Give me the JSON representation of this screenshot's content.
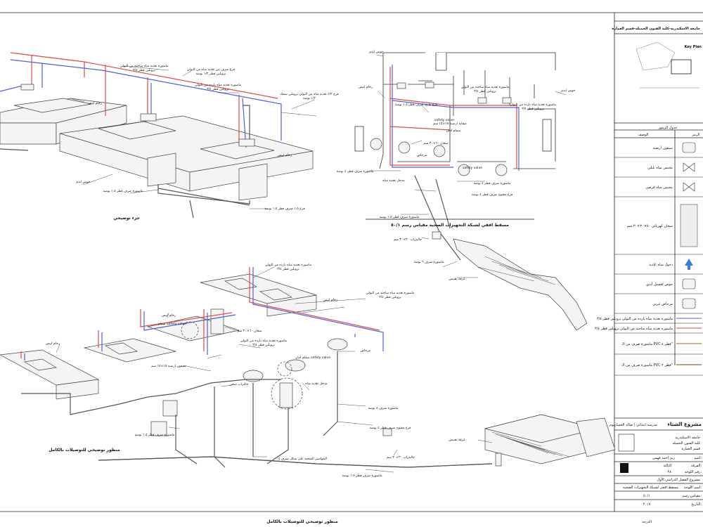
{
  "views": {
    "partial": {
      "title": "جزء توضيحي",
      "labels": {
        "marble_top_left": "رخام ابيض",
        "marble_top_right": "رخام ابيض",
        "basin": "حوض ايدي",
        "hot_pipe_upper": "ماسورة تغذية مياه ساخنة من البولي",
        "hot_pipe_upper_2": "بروبلين قطر ٣/٤",
        "cold_branch": "فرع صرف من تغذية مياه من البولي",
        "cold_branch_2": "بروبلين قطر ١/٢ بوصة",
        "cold_pipe": "ماسورة تغذية مياه باردة من البولي",
        "cold_pipe_2": "بروبلين قطر ٣/٤",
        "cold_feed_branch": "فرع ١/٢ تغذية مياه من البولي بروبلين سمك",
        "cold_feed_branch_2": "١/٢ بوصة",
        "drain_pipe": "ماسورة صرف قطر ١.٥ بوصة",
        "drain_branch": "فرع ١.٥ صرف قطر ١.٥ بوصة"
      }
    },
    "plan": {
      "title": "مسقط افقي لشبكة التجهيزات الصحية مقياس رسم ٥٠/١",
      "labels": {
        "basin_tl": "حوض ايدي",
        "basin_tr": "حوض ايدي",
        "marble": "رخام ابيض",
        "hot_pipe": "ماسورة تغذية مياه ساخنة من البولي",
        "hot_pipe_2": "بروبلين قطر ٣/٤",
        "cold_pipe": "ماسورة تغذية مياه باردة من البولي",
        "cold_pipe_2": "بروبلين قطر ٣/٤",
        "branch": "فرع واري صرف قطر ١.٥ بوصة",
        "floor_drain": "صفاية ارضية ١٥×١٥ سم",
        "safety_valve": "safety valve",
        "safety_valve_2": "safety valve",
        "safety_valve_label": "صمام امان",
        "heater": "سخان ٦٠×٣٠ سم",
        "wc": "مرحاض",
        "drain_4": "ماسورة صرف قطر ٤ بوصة",
        "drain_4b": "ماسورة صرف قطر ٤ بوصة",
        "water_feed": "مدخل تغذية مياه",
        "drain_open": "فرع مفتوح صرف قطر ٤ بوصة",
        "drain_15": "ماسورة صرف قطر ١.٥ بوصة",
        "inspection": "جاليتراب ٣٠×٣٠ سم",
        "drain_6": "ماسورة صرف ٦ بوصة",
        "septic": "غرفة تفتيش"
      }
    },
    "full": {
      "title": "منظور توضيحي للتوصيلات بالكامل",
      "labels": {
        "cold_pipe_top": "ماسورة تغذية مياه باردة من البولي",
        "cold_pipe_top_2": "بروبلين قطر ٣/٤",
        "marble_top": "رخام ابيض",
        "hot_pipe_mid": "ماسورة تغذية مياه ساخنة من البولي",
        "hot_pipe_mid_2": "بروبلين قطر ٣/٤",
        "marble_mid": "رخام ابيض",
        "heater": "سخان ٦٠×٣٠ سم",
        "safety_valve": "صمام safety valve",
        "cold_feed": "ماسورة تغذية مياه باردة من البولي",
        "cold_feed_2": "بروبلين قطر ٣/٤",
        "safety_valve_2": "صمام امان safety valve",
        "wc": "مرحاض",
        "marble_left": "رخام ابيض",
        "floor_drain": "سيفون ارضية ١٥×١٥ سم",
        "check_valve": "جالتراب صحي",
        "water_inlet": "مدخل تغذية مياه",
        "drain_4": "ماسورة صرف ٤ بوصة",
        "drain_15": "ماسورة صرف قطر ١.٥ بوصة",
        "drain_open_4": "فرع مفتوح صرف قطر ٤ بوصة",
        "riser": "|| المواسير الصحية على شكل صرف",
        "inspection": "جاليتراب ٣٠×٣٠ سم",
        "drain_15b": "ماسورة صرف قطر ١.٥ بوصة",
        "septic": "غرفة تفتيش"
      }
    },
    "bottom_caption": "منظور توضيحي للتوصيلات بالكامل"
  },
  "title_block": {
    "university": "جامعة الاسكندرية-كلية الفنون الجميلة-قسم العمارة",
    "key_plan": "Key Plan",
    "legend_title": "جدول الرموز",
    "legend_header_symbol": "الرمز",
    "legend_header_desc": "الوصف",
    "legend": [
      {
        "desc": "سيفون أرضية",
        "icon": "floor-drain-icon"
      },
      {
        "desc": "محبس مياه بلبلي",
        "icon": "ball-valve-icon"
      },
      {
        "desc": "محبس مياه قرصي",
        "icon": "gate-valve-icon"
      },
      {
        "desc": "سخان كهربائي ٥٠×٣٠×٣٠ سم",
        "icon": "water-heater-icon"
      },
      {
        "desc": "دخول مياه عادية",
        "icon": "water-inlet-icon"
      },
      {
        "desc": "حوض لغسيل أيدي",
        "icon": "wash-basin-icon"
      },
      {
        "desc": "مرحاض غربي",
        "icon": "toilet-icon"
      },
      {
        "desc": "ماسورة تغذية مياه باردة من البولي بروبلين قطر ٣/٤",
        "icon": "cold-line-icon"
      },
      {
        "desc": "ماسورة تغذية مياه ساخنة من البولي بروبلين قطر ٣/٤",
        "icon": "hot-line-icon"
      },
      {
        "desc": "ماسورة صرف من الـ PVC قطر ٤\"",
        "icon": "drain-4-icon"
      },
      {
        "desc": "ماسورة صرف من الـ PVC قطر ٢\"",
        "icon": "drain-2-icon"
      }
    ],
    "project_heading": "مشروع الشتاء",
    "project_name": "مدرسة ابتدائي | صالة الجمنازيوم",
    "faculty_lines": [
      "جامعة الاسكندرية",
      "كلية الفنون الجميلة",
      "قسم العمارة"
    ],
    "student_label": "اسم:",
    "student_name": "ريم احمد فهمي",
    "grade_label": "الفرقة:",
    "grade": "الثالثة",
    "sheet_label": "رقم اللوحة:",
    "sheet_number": "٢٨",
    "course": "مشروع الفصل الدراسي الأول",
    "drawing_label": "اسم اللوحة:",
    "drawing_name": "مسقط افقي لشبكة التجهيزات الصحية",
    "scale_label": "مقياس رسم:",
    "scale": "٥٠/١",
    "date_label": "التاريخ:",
    "date": "٢٠١٧",
    "grade_box": "الدرجة"
  },
  "colors": {
    "hot": "#e04a4a",
    "cold": "#5060d8",
    "line": "#333333"
  }
}
